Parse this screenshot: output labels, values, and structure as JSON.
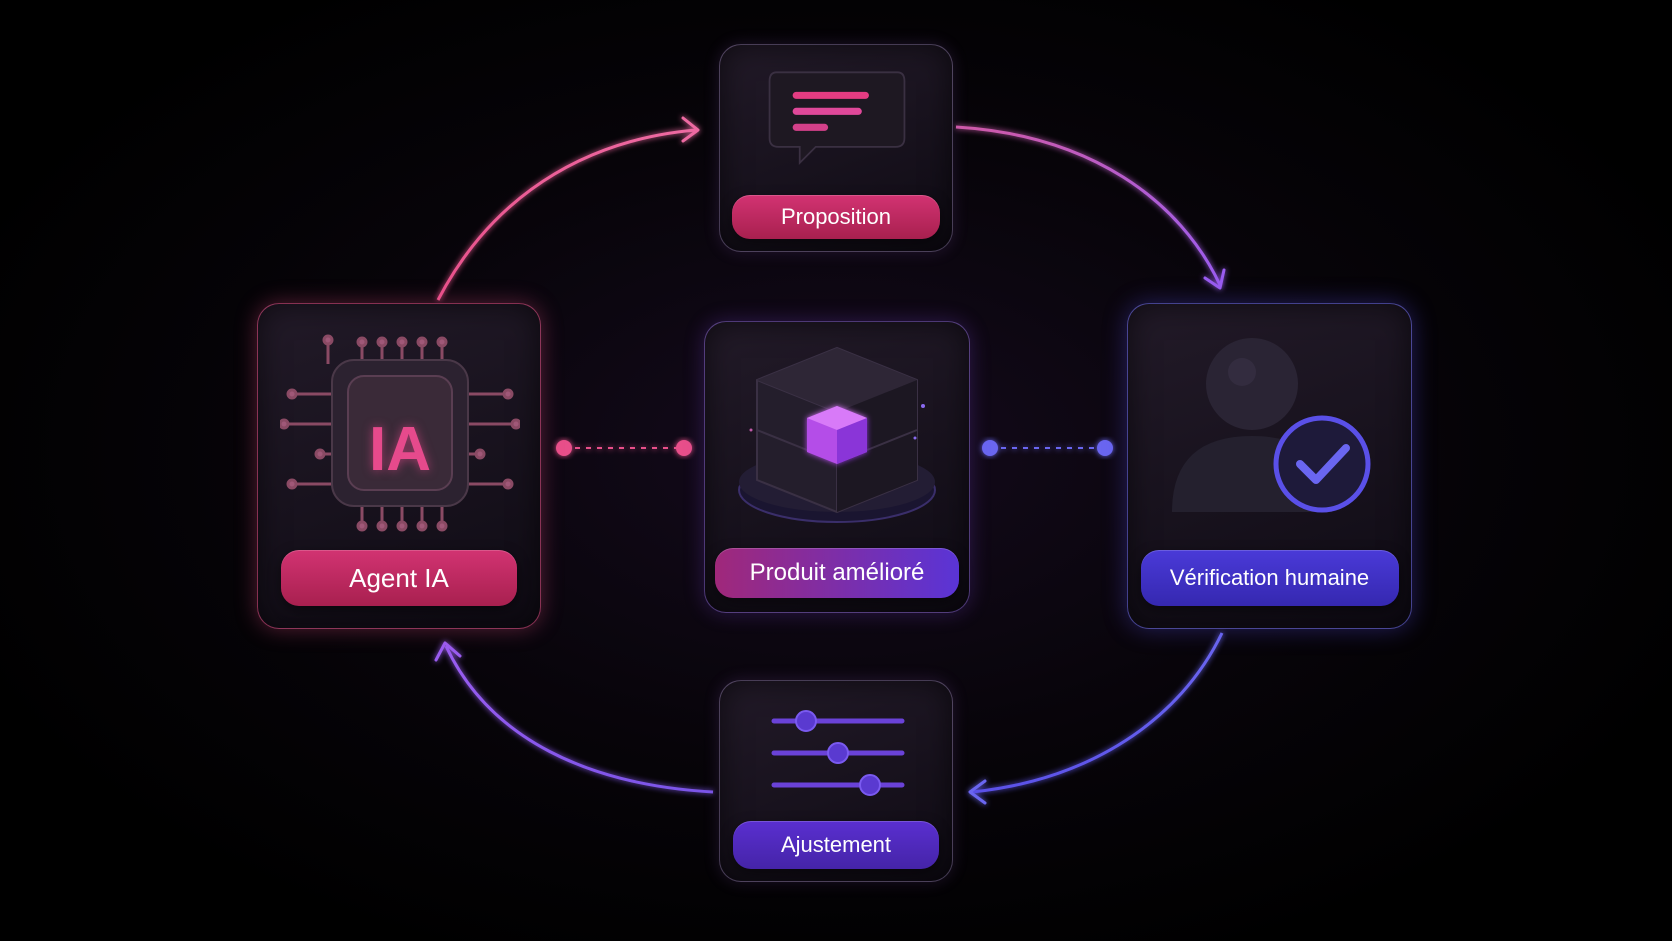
{
  "nodes": {
    "proposition": {
      "label": "Proposition",
      "icon": "chat-bubble-icon",
      "color": "#c42a68"
    },
    "agent": {
      "label": "Agent IA",
      "chip_text": "IA",
      "icon": "ai-chip-icon",
      "color": "#c42a68"
    },
    "product": {
      "label": "Produit amélioré",
      "icon": "cube-platform-icon",
      "color_from": "#a0287a",
      "color_to": "#5a34d6"
    },
    "verification": {
      "label": "Vérification humaine",
      "icon": "user-check-icon",
      "color": "#4330c8"
    },
    "adjustment": {
      "label": "Ajustement",
      "icon": "sliders-icon",
      "color": "#5a2fd0"
    }
  },
  "slider_levels": [
    0.25,
    0.5,
    0.75
  ],
  "colors": {
    "pink": "#e8508a",
    "violet": "#9a5cf0",
    "blue": "#6a66f0",
    "background": "#000000"
  }
}
